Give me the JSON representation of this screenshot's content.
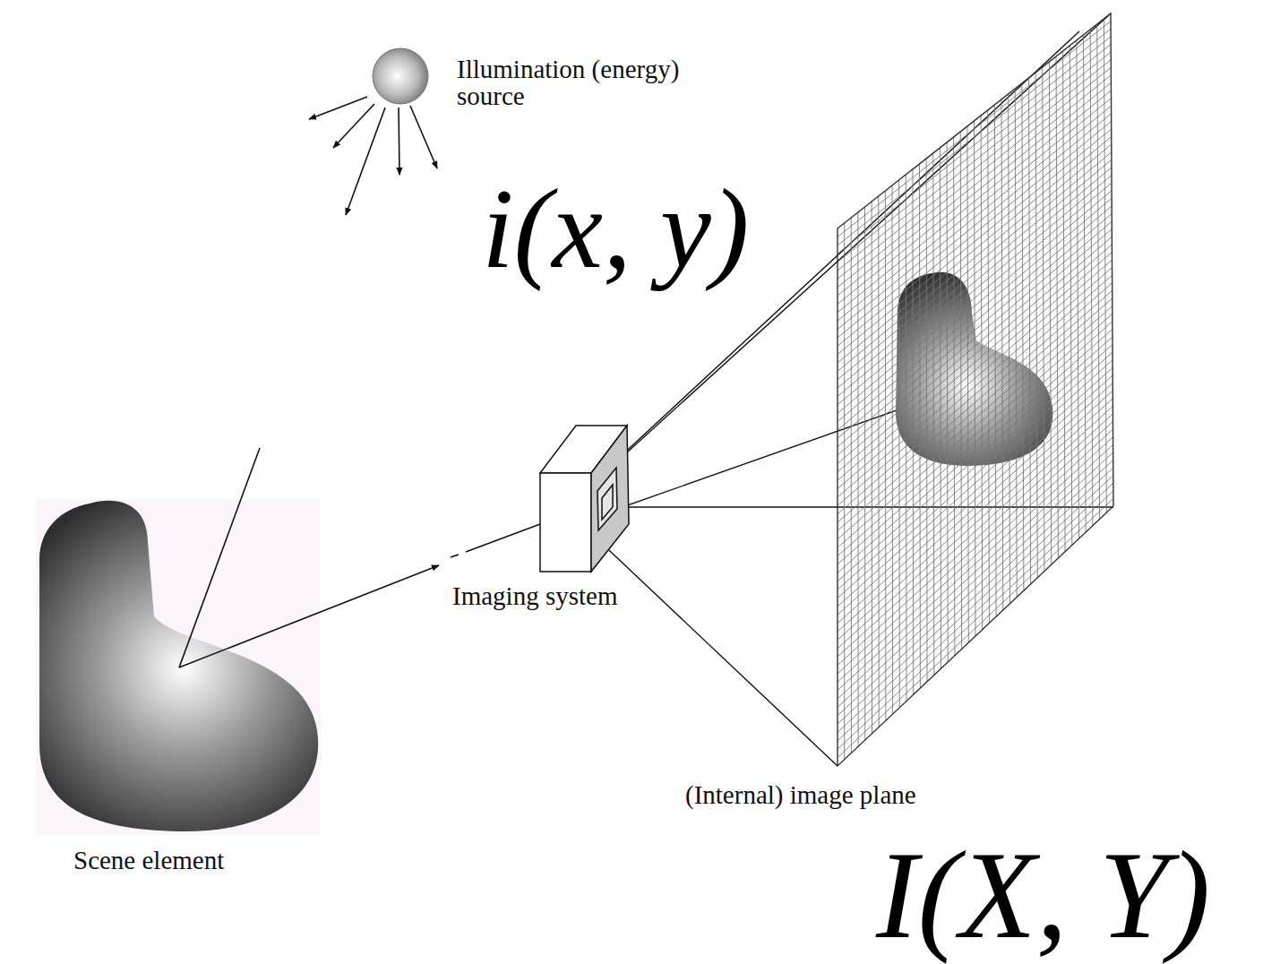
{
  "diagram": {
    "labels": [
      "Illumination (energy) source",
      "i(x, y)",
      "Imaging system",
      "(Internal) image plane",
      "Scene element",
      "I(X, Y)"
    ]
  }
}
